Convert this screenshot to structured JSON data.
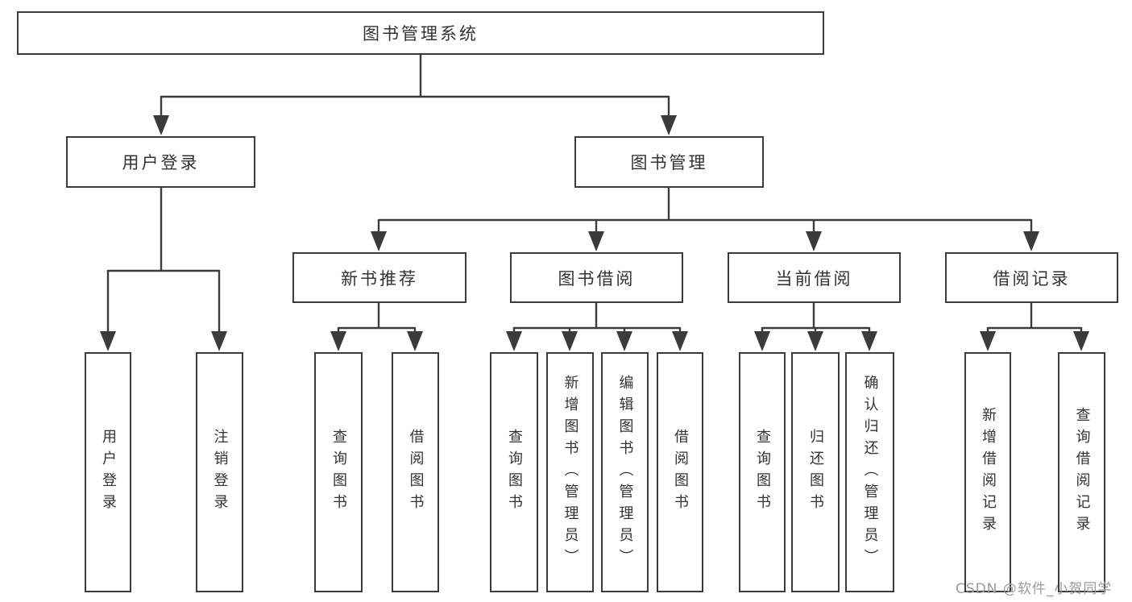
{
  "colors": {
    "line": "#3b3b3b",
    "box-border": "#3b3b3b",
    "text": "#333333",
    "watermark": "#9b9b9b",
    "background": "#ffffff"
  },
  "watermark": {
    "text": "CSDN @软件_小贺同学"
  },
  "tree": {
    "root": {
      "label": "图书管理系统"
    },
    "branches": [
      {
        "label": "用户登录",
        "children": [
          {
            "label": "用户登录"
          },
          {
            "label": "注销登录"
          }
        ]
      },
      {
        "label": "图书管理",
        "groups": [
          {
            "label": "新书推荐",
            "children": [
              {
                "label": "查询图书"
              },
              {
                "label": "借阅图书"
              }
            ]
          },
          {
            "label": "图书借阅",
            "children": [
              {
                "label": "查询图书"
              },
              {
                "label": "新增图书（管理员）"
              },
              {
                "label": "编辑图书（管理员）"
              },
              {
                "label": "借阅图书"
              }
            ]
          },
          {
            "label": "当前借阅",
            "children": [
              {
                "label": "查询图书"
              },
              {
                "label": "归还图书"
              },
              {
                "label": "确认归还（管理员）"
              }
            ]
          },
          {
            "label": "借阅记录",
            "children": [
              {
                "label": "新增借阅记录"
              },
              {
                "label": "查询借阅记录"
              }
            ]
          }
        ]
      }
    ]
  }
}
